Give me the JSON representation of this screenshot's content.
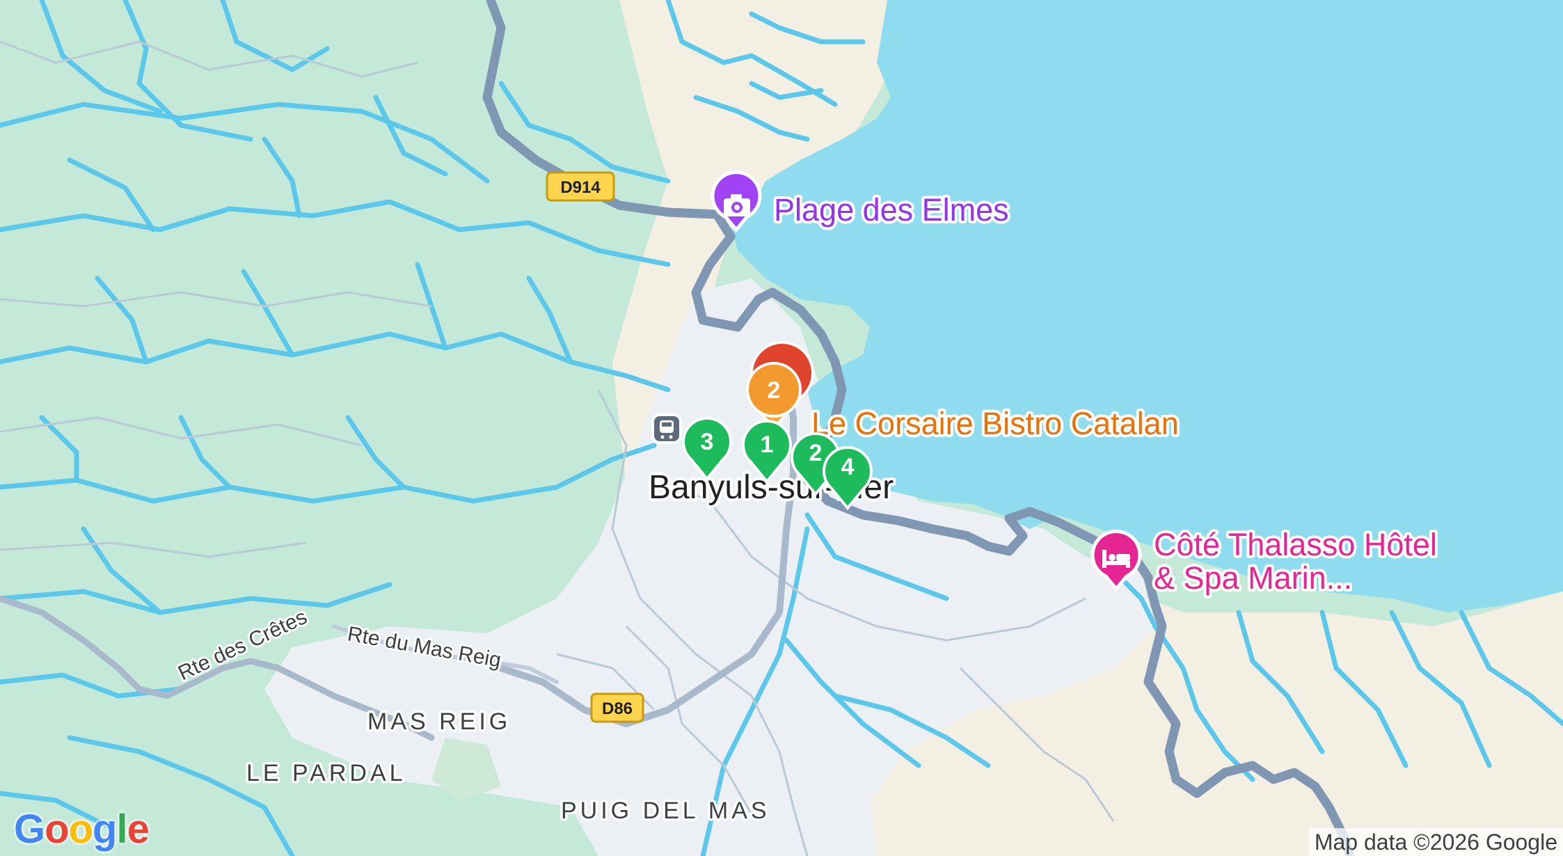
{
  "map": {
    "pois": {
      "beach": "Plage des Elmes",
      "restaurant": "Le Corsaire Bistro Catalan",
      "hotel_line1": "Côté Thalasso Hôtel",
      "hotel_line2": "& Spa Marin..."
    },
    "town": "Banyuls-sur-Mer",
    "areas": {
      "mas_reig": "MAS REIG",
      "le_pardal": "LE PARDAL",
      "puig_del_mas": "PUIG DEL MAS"
    },
    "roads": {
      "rte_des_cretes": "Rte des Crêtes",
      "rte_du_mas_reig": "Rte du Mas Reig",
      "d914": "D914",
      "d86": "D86"
    },
    "cluster_orange": "2",
    "green_pins": [
      "3",
      "1",
      "2",
      "4"
    ],
    "colors": {
      "water": "#8fdcef",
      "vegetation": "#c4e9d9",
      "urban": "#eceff3",
      "sand": "#f3efe3",
      "main_road": "#7f97b3",
      "stream": "#5bc7ea",
      "beach_poi": "#a142f4",
      "restaurant_poi": "#e8710a",
      "hotel_poi": "#e52592",
      "green_pin": "#1ebb5c",
      "orange_cluster": "#f29a2e",
      "red_cluster": "#e0442f"
    }
  },
  "logo": {
    "text": "Google",
    "letters": [
      "G",
      "o",
      "o",
      "g",
      "l",
      "e"
    ]
  },
  "attribution": "Map data ©2026 Google"
}
